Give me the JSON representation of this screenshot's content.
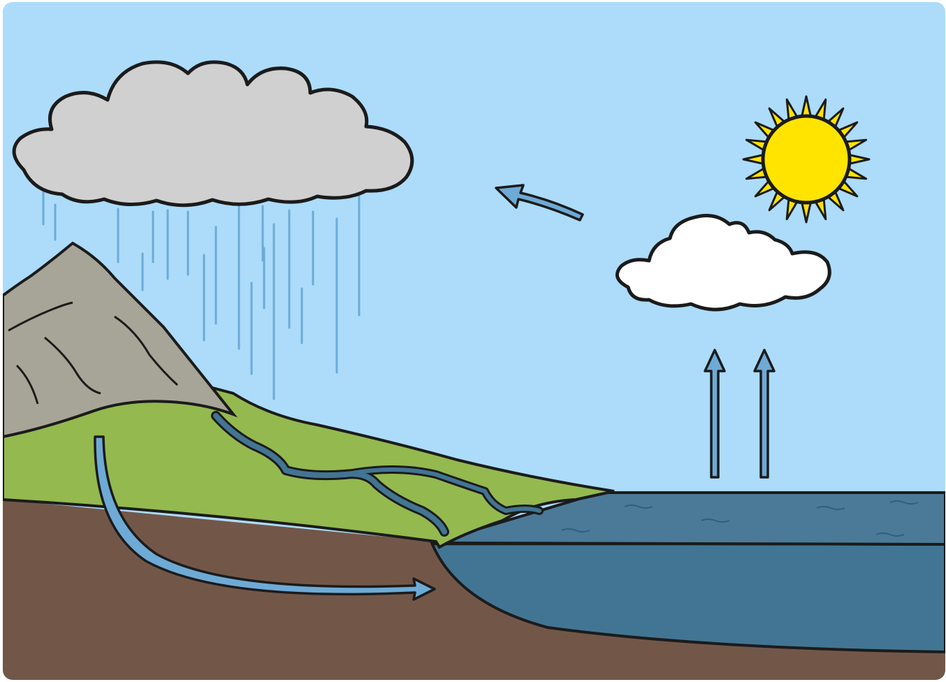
{
  "diagram": {
    "colors": {
      "sky": "#acdcfa",
      "soil": "#725749",
      "grass": "#94b94f",
      "mountain": "#a7a597",
      "water_surface": "#4a7a98",
      "water_deep": "#427593",
      "rain_cloud": "#d0d0d0",
      "white_cloud": "#ffffff",
      "sun": "#ffe400",
      "arrow": "#6eaad6",
      "outline": "#1b1b1b"
    },
    "elements": [
      {
        "id": "sun",
        "icon": "sun-icon"
      },
      {
        "id": "white-cloud",
        "icon": "cloud-icon"
      },
      {
        "id": "rain-cloud",
        "icon": "rain-cloud-icon"
      },
      {
        "id": "rain",
        "icon": "rain-streaks"
      },
      {
        "id": "mountain",
        "icon": "mountain-icon"
      },
      {
        "id": "river",
        "icon": "river-icon"
      },
      {
        "id": "sea",
        "icon": "water-body"
      },
      {
        "id": "evaporation-arrows",
        "icon": "up-arrow-icon"
      },
      {
        "id": "condensation-arrow",
        "icon": "curved-arrow-icon"
      },
      {
        "id": "groundwater-arrow",
        "icon": "curved-arrow-icon"
      }
    ]
  }
}
